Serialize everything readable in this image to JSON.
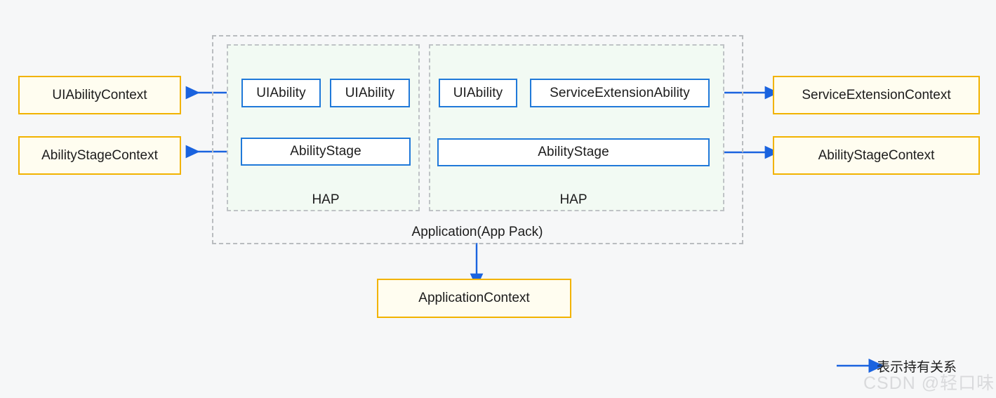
{
  "diagram": {
    "title_label": "Application(App Pack)",
    "background_color": "#f6f7f8",
    "accent_blue": "#2079d9",
    "accent_yellow": "#f2b300",
    "hap_fill": "#f2faf3",
    "context_fill": "#fffdf0"
  },
  "left_contexts": [
    {
      "label": "UIAbilityContext"
    },
    {
      "label": "AbilityStageContext"
    }
  ],
  "right_contexts": [
    {
      "label": "ServiceExtensionContext"
    },
    {
      "label": "AbilityStageContext"
    }
  ],
  "hap_modules": [
    {
      "name": "HAP",
      "abilities": [
        {
          "label": "UIAbility"
        },
        {
          "label": "UIAbility"
        }
      ],
      "stage": {
        "label": "AbilityStage"
      },
      "caption": "HAP"
    },
    {
      "name": "HAP",
      "abilities": [
        {
          "label": "UIAbility"
        },
        {
          "label": "ServiceExtensionAbility"
        }
      ],
      "stage": {
        "label": "AbilityStage"
      },
      "caption": "HAP"
    }
  ],
  "application_context": {
    "label": "ApplicationContext"
  },
  "legend": {
    "text": "表示持有关系"
  },
  "watermark": {
    "text": "CSDN @轻口味"
  }
}
